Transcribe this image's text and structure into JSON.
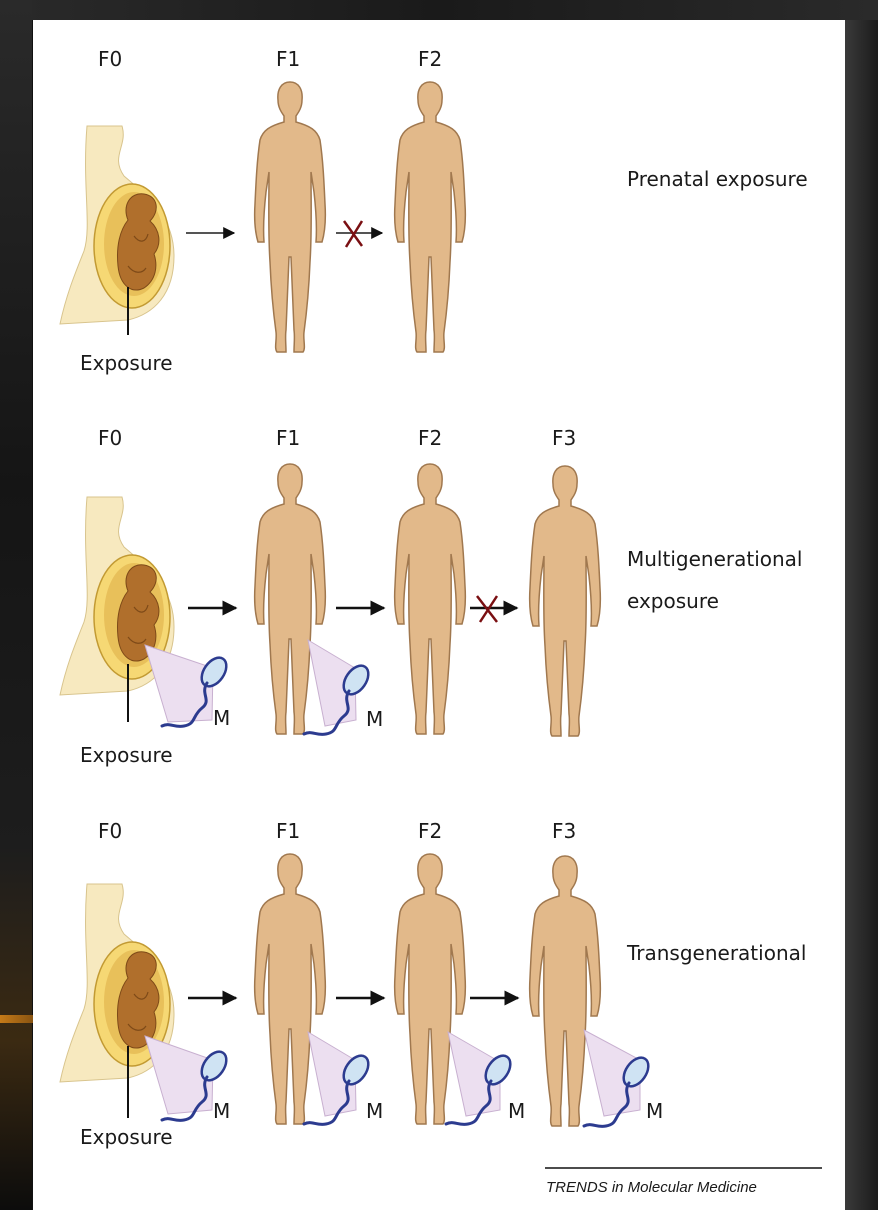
{
  "rows": [
    {
      "title": "Prenatal exposure",
      "generations": [
        "F0",
        "F1",
        "F2"
      ],
      "exposure_label": "Exposure"
    },
    {
      "title_line1": "Multigenerational",
      "title_line2": "exposure",
      "generations": [
        "F0",
        "F1",
        "F2",
        "F3"
      ],
      "exposure_label": "Exposure",
      "germline_marks": [
        "M",
        "M"
      ]
    },
    {
      "title": "Transgenerational",
      "generations": [
        "F0",
        "F1",
        "F2",
        "F3"
      ],
      "exposure_label": "Exposure",
      "germline_marks": [
        "M",
        "M",
        "M",
        "M"
      ]
    }
  ],
  "credit": "TRENDS in Molecular Medicine",
  "colors": {
    "skin": "#e2b98a",
    "skin_outline": "#a0784f",
    "mother": "#f7e9bf",
    "womb": "#e8c05a",
    "fetus": "#b06f2c",
    "sperm": "#2c3b8f",
    "sperm_head": "#cfe3f3",
    "cone": "#ecdff0",
    "block_mark": "#7a0f12"
  },
  "icons": [
    "arrow-icon",
    "blocked-arrow-icon",
    "sperm-icon",
    "human-figure-icon",
    "pregnant-mother-icon"
  ]
}
